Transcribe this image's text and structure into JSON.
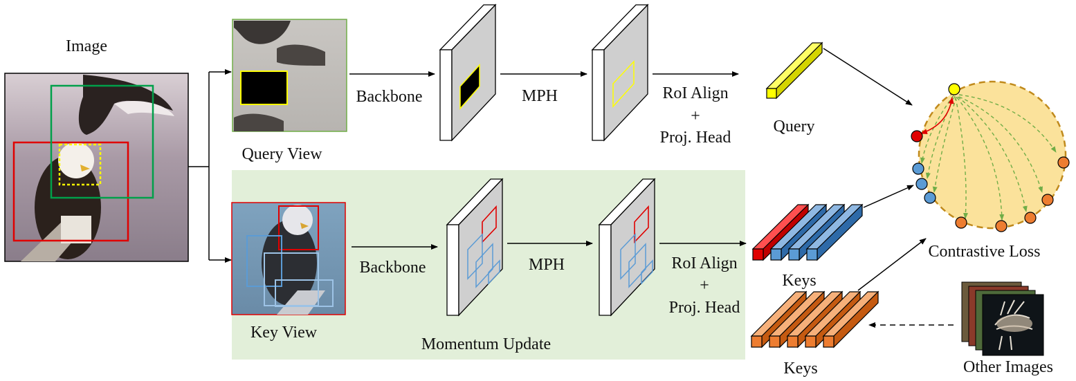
{
  "labels": {
    "image": "Image",
    "query_view": "Query View",
    "key_view": "Key View",
    "backbone_top": "Backbone",
    "backbone_bottom": "Backbone",
    "mph_top": "MPH",
    "mph_bottom": "MPH",
    "roi_top_1": "RoI Align",
    "roi_top_2": "+",
    "roi_top_3": "Proj. Head",
    "roi_bottom_1": "RoI Align",
    "roi_bottom_2": "+",
    "roi_bottom_3": "Proj. Head",
    "query": "Query",
    "keys_blue": "Keys",
    "keys_orange": "Keys",
    "momentum_update": "Momentum Update",
    "contrastive_loss": "Contrastive Loss",
    "other_images": "Other Images"
  },
  "colors": {
    "query_yellow": "#ffff00",
    "key_red": "#ff0000",
    "key_blue": "#5b9bd5",
    "negative_orange": "#ed7d31",
    "loss_circle_fill": "#fbe29b",
    "loss_circle_border": "#c08a1c",
    "momentum_panel": "#e2efd9",
    "dashed_green": "#70ad47"
  }
}
